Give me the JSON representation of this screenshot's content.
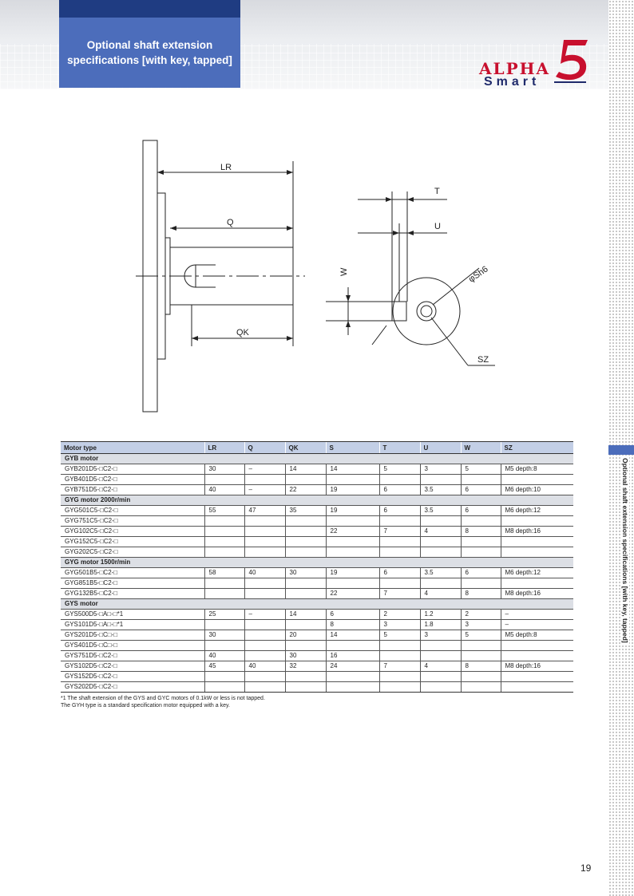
{
  "header": {
    "title": "Optional shaft extension specifications [with key, tapped]"
  },
  "logo": {
    "word": "ALPHA",
    "number": "5",
    "sub": "Smart"
  },
  "side_label": "Optional shaft extension specifications [with key, tapped]",
  "drawing": {
    "labels": {
      "lr": "LR",
      "q": "Q",
      "qk": "QK",
      "t": "T",
      "u": "U",
      "w": "W",
      "s": "φSh6",
      "sz": "SZ"
    }
  },
  "table": {
    "headers": [
      "Motor type",
      "LR",
      "Q",
      "QK",
      "S",
      "T",
      "U",
      "W",
      "SZ"
    ],
    "groups": [
      {
        "name": "GYB motor",
        "rows": [
          [
            "GYB201D5-□C2-□",
            "30",
            "–",
            "14",
            "14",
            "5",
            "3",
            "5",
            "M5  depth:8"
          ],
          [
            "GYB401D5-□C2-□",
            "",
            "",
            "",
            "",
            "",
            "",
            "",
            ""
          ],
          [
            "GYB751D5-□C2-□",
            "40",
            "–",
            "22",
            "19",
            "6",
            "3.5",
            "6",
            "M6  depth:10"
          ]
        ]
      },
      {
        "name": "GYG motor  2000r/min",
        "rows": [
          [
            "GYG501C5-□C2-□",
            "55",
            "47",
            "35",
            "19",
            "6",
            "3.5",
            "6",
            "M6  depth:12"
          ],
          [
            "GYG751C5-□C2-□",
            "",
            "",
            "",
            "",
            "",
            "",
            "",
            ""
          ],
          [
            "GYG102C5-□C2-□",
            "",
            "",
            "",
            "22",
            "7",
            "4",
            "8",
            "M8  depth:16"
          ],
          [
            "GYG152C5-□C2-□",
            "",
            "",
            "",
            "",
            "",
            "",
            "",
            ""
          ],
          [
            "GYG202C5-□C2-□",
            "",
            "",
            "",
            "",
            "",
            "",
            "",
            ""
          ]
        ]
      },
      {
        "name": "GYG motor  1500r/min",
        "rows": [
          [
            "GYG501B5-□C2-□",
            "58",
            "40",
            "30",
            "19",
            "6",
            "3.5",
            "6",
            "M6  depth:12"
          ],
          [
            "GYG851B5-□C2-□",
            "",
            "",
            "",
            "",
            "",
            "",
            "",
            ""
          ],
          [
            "GYG132B5-□C2-□",
            "",
            "",
            "",
            "22",
            "7",
            "4",
            "8",
            "M8  depth:16"
          ]
        ]
      },
      {
        "name": "GYS motor",
        "rows": [
          [
            "GYS500D5-□A□-□*1",
            "25",
            "–",
            "14",
            "6",
            "2",
            "1.2",
            "2",
            "–"
          ],
          [
            "GYS101D5-□A□-□*1",
            "",
            "",
            "",
            "8",
            "3",
            "1.8",
            "3",
            "–"
          ],
          [
            "GYS201D5-□C□-□",
            "30",
            "",
            "20",
            "14",
            "5",
            "3",
            "5",
            "M5  depth:8"
          ],
          [
            "GYS401D5-□C□-□",
            "",
            "",
            "",
            "",
            "",
            "",
            "",
            ""
          ],
          [
            "GYS751D5-□C2-□",
            "40",
            "",
            "30",
            "16",
            "",
            "",
            "",
            ""
          ],
          [
            "GYS102D5-□C2-□",
            "45",
            "40",
            "32",
            "24",
            "7",
            "4",
            "8",
            "M8  depth:16"
          ],
          [
            "GYS152D5-□C2-□",
            "",
            "",
            "",
            "",
            "",
            "",
            "",
            ""
          ],
          [
            "GYS202D5-□C2-□",
            "",
            "",
            "",
            "",
            "",
            "",
            "",
            ""
          ]
        ]
      }
    ]
  },
  "footnotes": [
    "*1  The shaft extension of the GYS and GYC motors of 0.1kW or less is not tapped.",
    "The GYH type is a standard specification motor equipped with a key."
  ],
  "page_number": "19"
}
